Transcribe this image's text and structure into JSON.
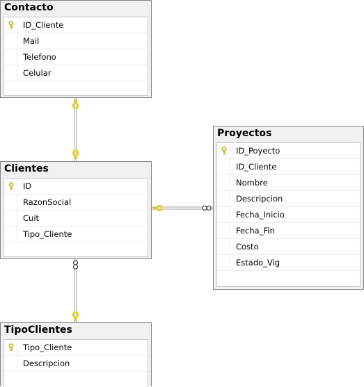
{
  "tables": {
    "contacto": {
      "title": "Contacto",
      "columns": [
        {
          "name": "ID_Cliente",
          "pk": true
        },
        {
          "name": "Mail",
          "pk": false
        },
        {
          "name": "Telefono",
          "pk": false
        },
        {
          "name": "Celular",
          "pk": false
        }
      ]
    },
    "clientes": {
      "title": "Clientes",
      "columns": [
        {
          "name": "ID",
          "pk": true
        },
        {
          "name": "RazonSocial",
          "pk": false
        },
        {
          "name": "Cuit",
          "pk": false
        },
        {
          "name": "Tipo_Cliente",
          "pk": false
        }
      ]
    },
    "proyectos": {
      "title": "Proyectos",
      "columns": [
        {
          "name": "ID_Poyecto",
          "pk": true
        },
        {
          "name": "ID_Cliente",
          "pk": false
        },
        {
          "name": "Nombre",
          "pk": false
        },
        {
          "name": "Descripcion",
          "pk": false
        },
        {
          "name": "Fecha_Inicio",
          "pk": false
        },
        {
          "name": "Fecha_Fin",
          "pk": false
        },
        {
          "name": "Costo",
          "pk": false
        },
        {
          "name": "Estado_Vig",
          "pk": false
        }
      ]
    },
    "tipoclientes": {
      "title": "TipoClientes",
      "columns": [
        {
          "name": "Tipo_Cliente",
          "pk": true
        },
        {
          "name": "Descripcion",
          "pk": false
        }
      ]
    }
  },
  "relationships": [
    {
      "from": "contacto",
      "to": "clientes",
      "from_end": "one",
      "to_end": "one"
    },
    {
      "from": "clientes",
      "to": "proyectos",
      "from_end": "one",
      "to_end": "many"
    },
    {
      "from": "clientes",
      "to": "tipoclientes",
      "from_end": "many",
      "to_end": "one"
    }
  ],
  "colors": {
    "key": "#e8d200",
    "connector": "#a0a0a0",
    "border": "#808080",
    "header": "#f0f0f0"
  }
}
